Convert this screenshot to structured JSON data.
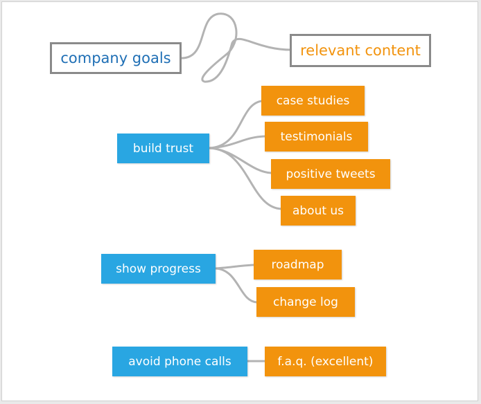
{
  "colors": {
    "background": "#ffffff",
    "link": "#b3b3b3",
    "goal_border": "#8a8a8a",
    "company_text": "#1f6fb5",
    "relevant_text": "#f2930d",
    "blue_node": "#29a6e2",
    "orange_node": "#f2930d"
  },
  "header": {
    "company_goals": "company goals",
    "relevant_content": "relevant content"
  },
  "goals": [
    {
      "label": "build trust",
      "content": [
        "case studies",
        "testimonials",
        "positive tweets",
        "about us"
      ]
    },
    {
      "label": "show progress",
      "content": [
        "roadmap",
        "change log"
      ]
    },
    {
      "label": "avoid phone calls",
      "content": [
        "f.a.q. (excellent)"
      ]
    }
  ]
}
